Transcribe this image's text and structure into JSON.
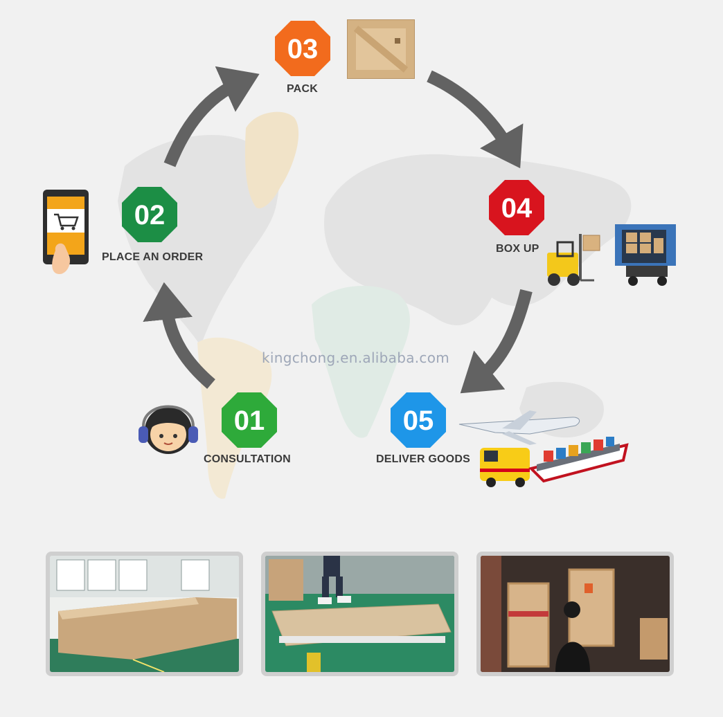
{
  "watermark": "kingchong.en.alibaba.com",
  "steps": [
    {
      "number": "01",
      "label": "CONSULTATION",
      "color": "#2eaa3a",
      "icon": "customer-service-headset-icon"
    },
    {
      "number": "02",
      "label": "PLACE AN ORDER",
      "color": "#1c8e45",
      "icon": "mobile-shopping-cart-icon"
    },
    {
      "number": "03",
      "label": "PACK",
      "color": "#f26b1d",
      "icon": "wooden-crate-icon"
    },
    {
      "number": "04",
      "label": "BOX UP",
      "color": "#d8141e",
      "icon": "forklift-truck-icon"
    },
    {
      "number": "05",
      "label": "DELIVER GOODS",
      "color": "#1e96e8",
      "icon": "plane-van-ship-icon"
    }
  ],
  "photos": [
    {
      "name": "warehouse-boxes-photo"
    },
    {
      "name": "packing-pallet-photo"
    },
    {
      "name": "container-loading-photo"
    }
  ],
  "colors": {
    "background": "#f1f1f1",
    "arrow": "#626262",
    "map": "#e2e2e2"
  }
}
